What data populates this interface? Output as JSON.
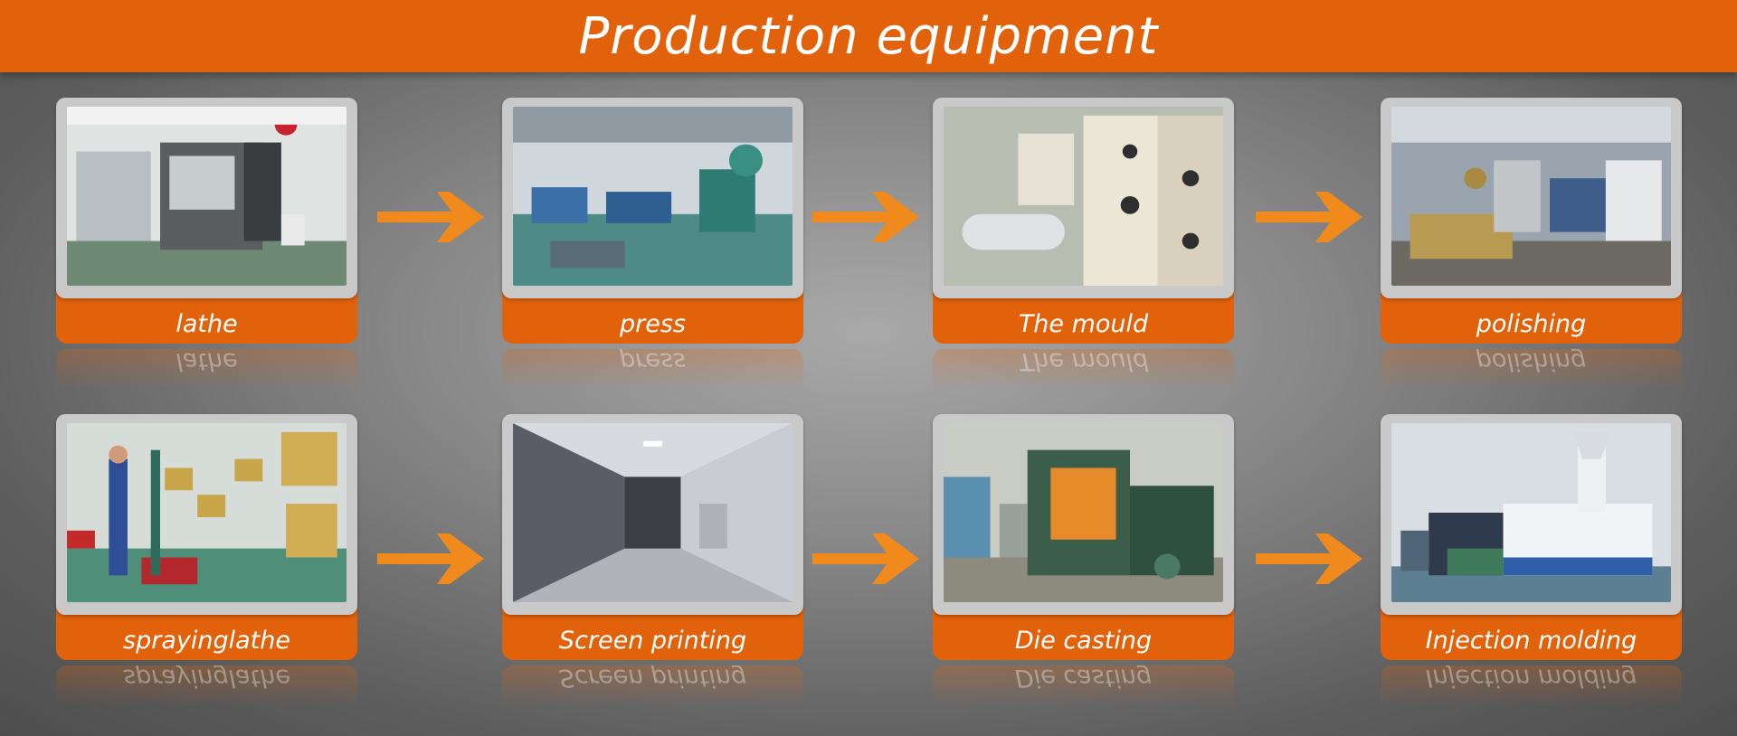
{
  "header": {
    "title": "Production equipment"
  },
  "colors": {
    "accent": "#e2620b",
    "arrow": "#f08a1c",
    "frame": "#c9c9c9"
  },
  "row1": [
    {
      "label": "lathe"
    },
    {
      "label": "press"
    },
    {
      "label": "The mould"
    },
    {
      "label": "polishing"
    }
  ],
  "row2": [
    {
      "label": "sprayinglathe"
    },
    {
      "label": "Screen printing"
    },
    {
      "label": "Die casting"
    },
    {
      "label": "Injection molding"
    }
  ]
}
